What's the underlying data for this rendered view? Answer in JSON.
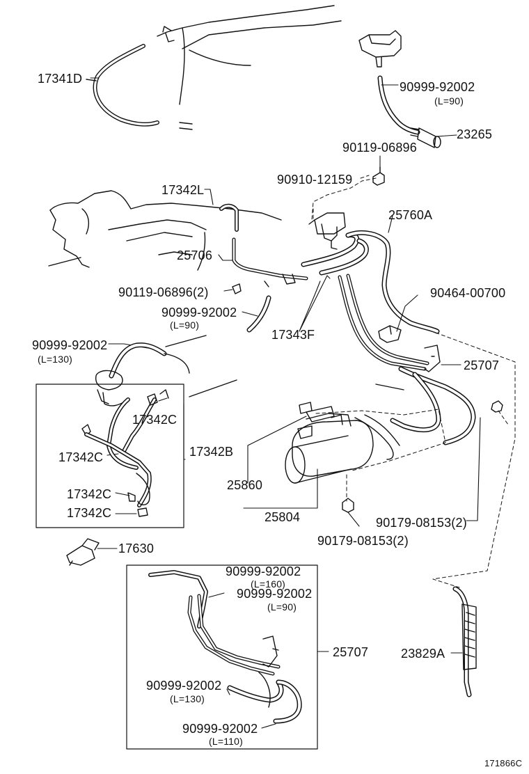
{
  "diagram": {
    "code": "171866C",
    "labels": {
      "p17341D": "17341D",
      "p90999_92002_top": "90999-92002",
      "p90999_92002_top_len": "(L=90)",
      "p23265": "23265",
      "p90119_06896_top": "90119-06896",
      "p90910_12159": "90910-12159",
      "p17342L": "17342L",
      "p25760A": "25760A",
      "p25706": "25706",
      "p90119_06896_2": "90119-06896(2)",
      "p90464_00700": "90464-00700",
      "p90999_92002_mid": "90999-92002",
      "p90999_92002_mid_len": "(L=90)",
      "p17343F": "17343F",
      "p90999_92002_left": "90999-92002",
      "p90999_92002_left_len": "(L=130)",
      "p25707_a": "25707",
      "p17342C_a": "17342C",
      "p17342B": "17342B",
      "p17342C_b": "17342C",
      "p25860": "25860",
      "p17342C_c": "17342C",
      "p17342C_d": "17342C",
      "p25804": "25804",
      "p90179_08153_a": "90179-08153(2)",
      "p90179_08153_b": "90179-08153(2)",
      "p17630": "17630",
      "p90999_92002_b1": "90999-92002",
      "p90999_92002_b1_len": "(L=160)",
      "p90999_92002_b2": "90999-92002",
      "p90999_92002_b2_len": "(L=90)",
      "p25707_b": "25707",
      "p23829A": "23829A",
      "p90999_92002_b3": "90999-92002",
      "p90999_92002_b3_len": "(L=130)",
      "p90999_92002_b4": "90999-92002",
      "p90999_92002_b4_len": "(L=110)"
    }
  }
}
